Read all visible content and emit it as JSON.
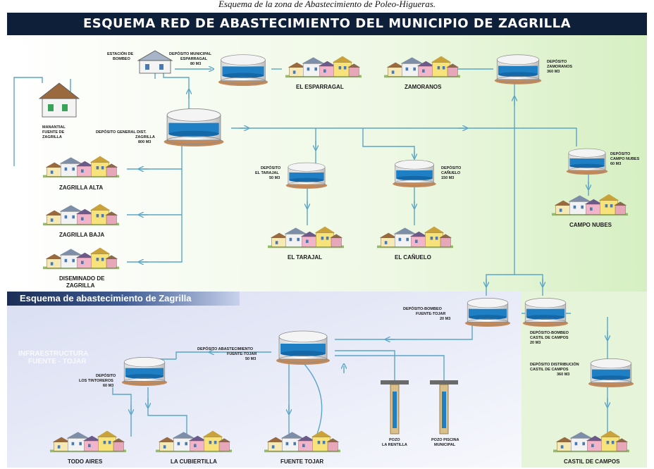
{
  "caption": "Esquema de la zona de Abastecimiento de Poleo-Higueras.",
  "title": "ESQUEMA RED DE ABASTECIMIENTO DEL MUNICIPIO DE ZAGRILLA",
  "subtitle": "Esquema de abastecimiento de Zagrilla",
  "infra_label": [
    "INFRAESTRUCTURA",
    "FUENTE - TOJAR"
  ],
  "colors": {
    "banner": "#0e1f3a",
    "pipe": "#5aa6c8",
    "water": "#1e7fc4",
    "ground": "#c48a5a",
    "upper_bg": "#eaf6dd",
    "lower_bg": "#e8ecf8"
  },
  "station": [
    "ESTACIÓN DE",
    "BOMBEO"
  ],
  "spring": [
    "MANANTIAL",
    "FUENTE DE",
    "ZAGRILLA"
  ],
  "deposits": {
    "esparragal": [
      "DEPÓSITO MUNICIPAL",
      "ESPARRAGAL",
      "80 M3"
    ],
    "general": [
      "DEPÓSITO GENERAL DIST.",
      "ZAGRILLA",
      "800 M3"
    ],
    "zamoranos": [
      "DEPÓSITO",
      "ZAMORANOS",
      "360 M3"
    ],
    "tarajal": [
      "DEPÓSITO",
      "EL TARAJAL",
      "50 M3"
    ],
    "canuelo": [
      "DEPÓSITO",
      "CAÑUELO",
      "150 M3"
    ],
    "campo_nubes": [
      "DEPÓSITO",
      "CAMPO NUBES",
      "60 M3"
    ],
    "fuente_tojar_bombeo": [
      "DEPÓSITO-BOMBEO",
      "FUENTE-TOJAR",
      "20 M3"
    ],
    "castil_bombeo": [
      "DEPÓSITO-BOMBEO",
      "CASTIL DE CAMPOS",
      "20 M3"
    ],
    "abastecimiento": [
      "DEPÓSITO ABASTECIMIENTO",
      "FUENTE-TOJAR",
      "50 M3"
    ],
    "tintoreros": [
      "DEPÓSITO",
      "LOS TINTOREROS",
      "60 M3"
    ],
    "castil_distribucion": [
      "DEPÓSITO DISTRIBUCIÓN",
      "CASTIL DE CAMPOS",
      "360 M3"
    ]
  },
  "wells": {
    "rentilla": [
      "POZO",
      "LA RENTILLA"
    ],
    "piscina": [
      "POZO PISCINA",
      "MUNICIPAL"
    ]
  },
  "villages": {
    "el_esparragal": "EL ESPARRAGAL",
    "zamoranos": "ZAMORANOS",
    "zagrilla_alta": "ZAGRILLA ALTA",
    "zagrilla_baja": "ZAGRILLA BAJA",
    "diseminado": [
      "DISEMINADO DE",
      "ZAGRILLA"
    ],
    "el_tarajal": "EL TARAJAL",
    "el_canuelo": "EL CAÑUELO",
    "campo_nubes": "CAMPO NUBES",
    "todo_aires": "TODO AIRES",
    "la_cubiertilla": "LA CUBIERTILLA",
    "fuente_tojar": "FUENTE TOJAR",
    "castil_de_campos": "CASTIL DE CAMPOS"
  }
}
